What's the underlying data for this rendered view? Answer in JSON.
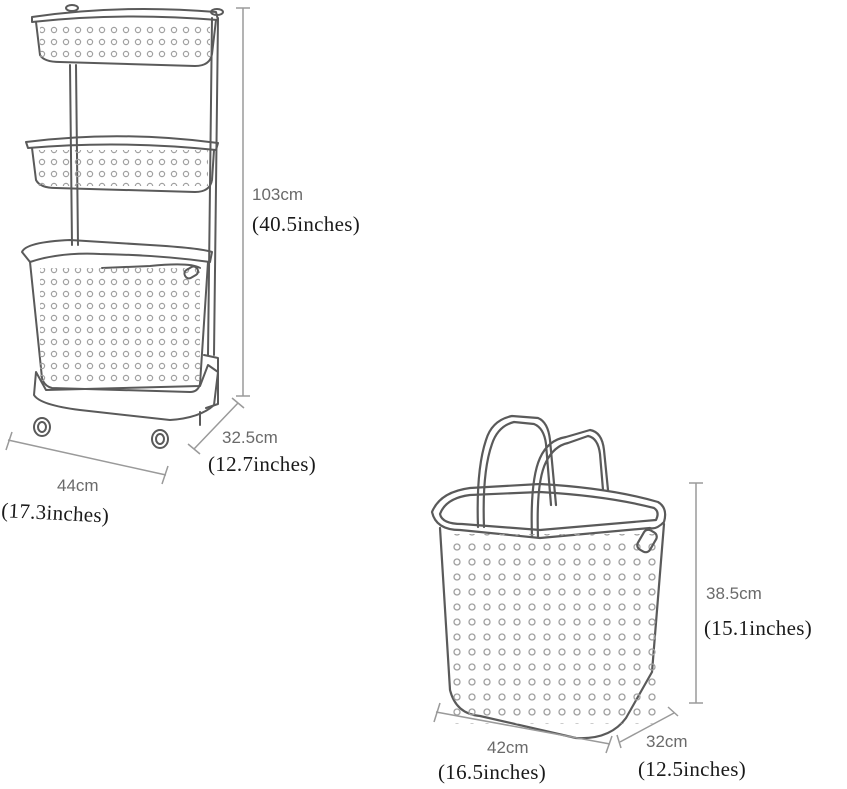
{
  "diagram": {
    "type": "product-dimension-drawing",
    "colors": {
      "background": "#ffffff",
      "outline": "#5a5a5a",
      "holes": "#9a9a9a",
      "dimension_line": "#9a9a9a",
      "cm_text": "#6a6a6a",
      "inch_text": "#1a1a1a"
    },
    "products": [
      {
        "name": "3-tier laundry cart",
        "icon": "laundry-cart-icon",
        "dimensions": {
          "height": {
            "cm": "103cm",
            "inches": "(40.5inches)"
          },
          "depth": {
            "cm": "32.5cm",
            "inches": "(12.7inches)"
          },
          "width": {
            "cm": "44cm",
            "inches": "(17.3inches)"
          }
        }
      },
      {
        "name": "laundry basket with handles",
        "icon": "laundry-basket-icon",
        "dimensions": {
          "height": {
            "cm": "38.5cm",
            "inches": "(15.1inches)"
          },
          "width": {
            "cm": "42cm",
            "inches": "(16.5inches)"
          },
          "depth": {
            "cm": "32cm",
            "inches": "(12.5inches)"
          }
        }
      }
    ]
  }
}
